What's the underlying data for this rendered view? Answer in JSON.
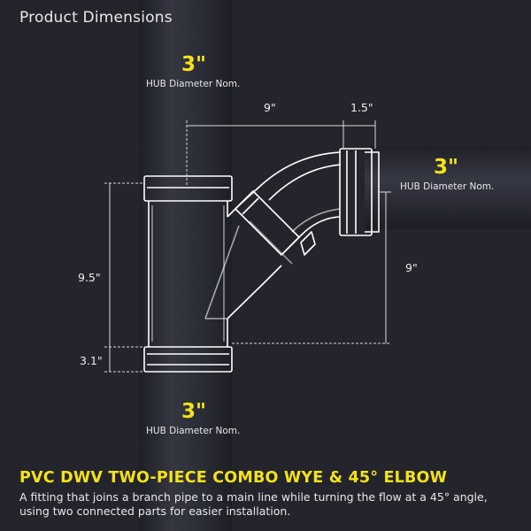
{
  "header": {
    "title": "Product Dimensions"
  },
  "hubs": {
    "top": {
      "size": "3\"",
      "caption": "HUB Diameter Nom."
    },
    "right": {
      "size": "3\"",
      "caption": "HUB Diameter Nom."
    },
    "bottom": {
      "size": "3\"",
      "caption": "HUB Diameter Nom."
    }
  },
  "dimensions": {
    "span_width": "9\"",
    "hub_width": "1.5\"",
    "total_height": "9.5\"",
    "lower_hub": "3.1\"",
    "branch_height": "9\""
  },
  "product": {
    "title": "PVC DWV TWO-PIECE COMBO WYE & 45° ELBOW",
    "description": "A fitting that joins a branch pipe to a main line while turning the flow at a 45° angle, using two connected parts for easier installation."
  },
  "colors": {
    "background": "#24252c",
    "accent": "#f4e21b",
    "pipe": "#2b2d36",
    "fitting_line": "#ffffff"
  }
}
